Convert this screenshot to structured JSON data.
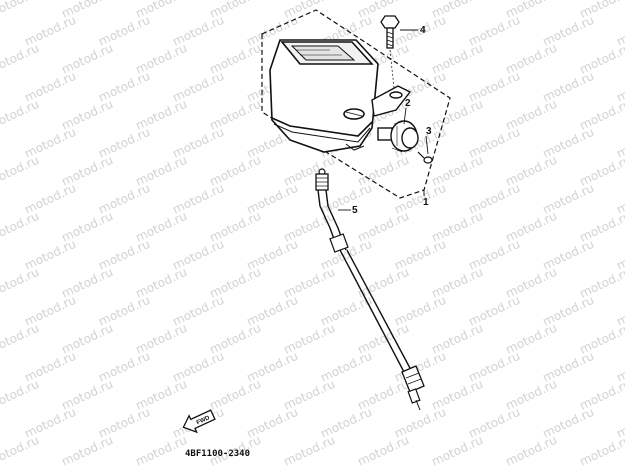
{
  "watermark": {
    "text": "motod.ru"
  },
  "callouts": [
    {
      "number": "1"
    },
    {
      "number": "2"
    },
    {
      "number": "3"
    },
    {
      "number": "4"
    },
    {
      "number": "5"
    }
  ],
  "direction_badge": {
    "text": "FWD"
  },
  "part_code": "4BF1100-2340",
  "colors": {
    "ink": "#111111",
    "watermark": "#d2d2d2",
    "background": "#ffffff"
  }
}
